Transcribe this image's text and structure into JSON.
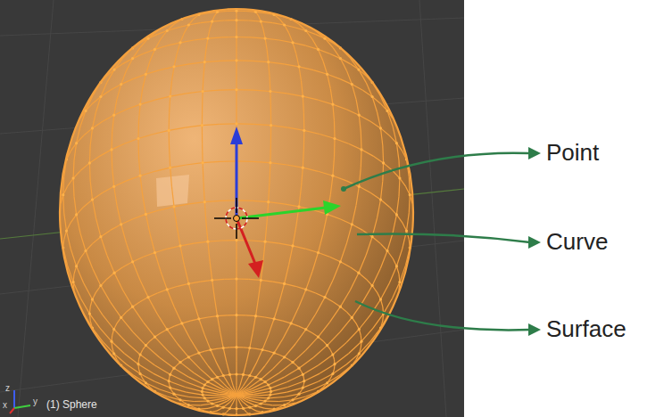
{
  "diagram": {
    "labels": [
      "Point",
      "Curve",
      "Surface",
      "(1) Sphere",
      "z",
      "y",
      "x"
    ]
  }
}
